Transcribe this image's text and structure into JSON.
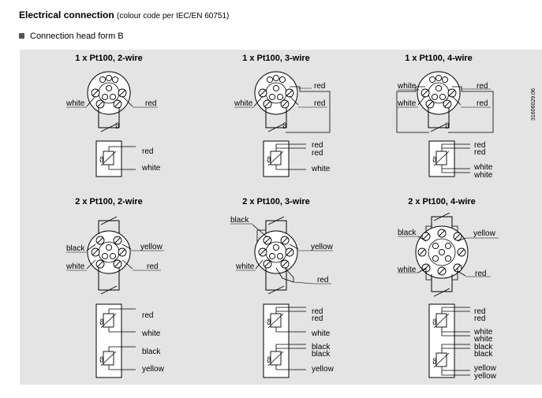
{
  "page": {
    "title": "Electrical connection",
    "subtitle": "(colour code per IEC/EN 60751)",
    "section": "Connection head form B",
    "figure_code": "31606029.06"
  },
  "diagrams": [
    {
      "title": "1 x Pt100, 2-wire",
      "head_labels": [
        "white",
        "red"
      ],
      "terminal_labels": [
        "red",
        "white"
      ]
    },
    {
      "title": "1 x Pt100, 3-wire",
      "head_labels": [
        "red",
        "white",
        "red"
      ],
      "terminal_labels": [
        "red",
        "red",
        "white"
      ]
    },
    {
      "title": "1 x Pt100, 4-wire",
      "head_labels": [
        "white",
        "red",
        "white",
        "red"
      ],
      "terminal_labels": [
        "red",
        "red",
        "white",
        "white"
      ]
    },
    {
      "title": "2 x Pt100, 2-wire",
      "head_labels": [
        "black",
        "yellow",
        "white",
        "red"
      ],
      "terminal_labels": [
        "red",
        "white",
        "black",
        "yellow"
      ]
    },
    {
      "title": "2 x Pt100, 3-wire",
      "head_labels": [
        "black",
        "yellow",
        "white",
        "red"
      ],
      "terminal_labels": [
        "red",
        "red",
        "white",
        "black",
        "black",
        "yellow"
      ]
    },
    {
      "title": "2 x Pt100, 4-wire",
      "head_labels": [
        "black",
        "yellow",
        "white",
        "red"
      ],
      "terminal_labels": [
        "red",
        "red",
        "white",
        "white",
        "black",
        "black",
        "yellow",
        "yellow"
      ]
    }
  ],
  "symbol": "ϑ"
}
